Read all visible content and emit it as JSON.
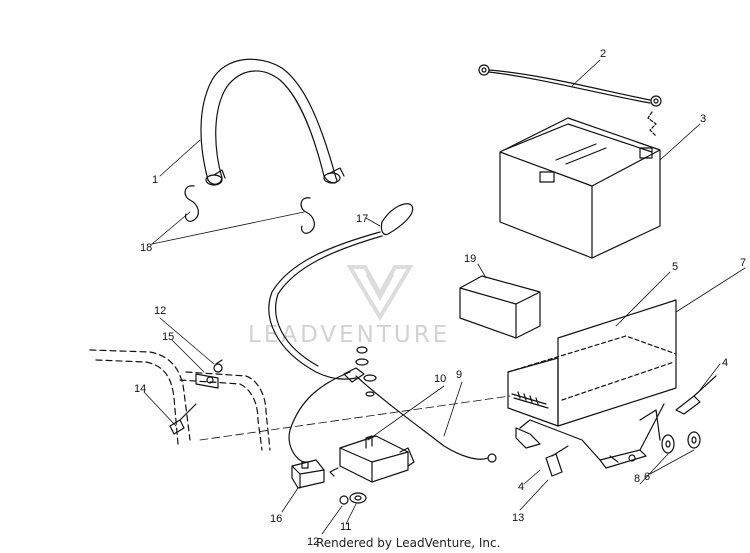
{
  "watermark": {
    "text": "LEADVENTURE"
  },
  "footer": {
    "text": "Rendered by LeadVenture, Inc."
  },
  "callouts": {
    "c1": "1",
    "c2": "2",
    "c3": "3",
    "c4a": "4",
    "c4b": "4",
    "c5": "5",
    "c6": "6",
    "c7": "7",
    "c8": "8",
    "c9": "9",
    "c10": "10",
    "c11": "11",
    "c12a": "12",
    "c12b": "12",
    "c13": "13",
    "c14": "14",
    "c15": "15",
    "c16": "16",
    "c17": "17",
    "c18": "18",
    "c19": "19"
  }
}
